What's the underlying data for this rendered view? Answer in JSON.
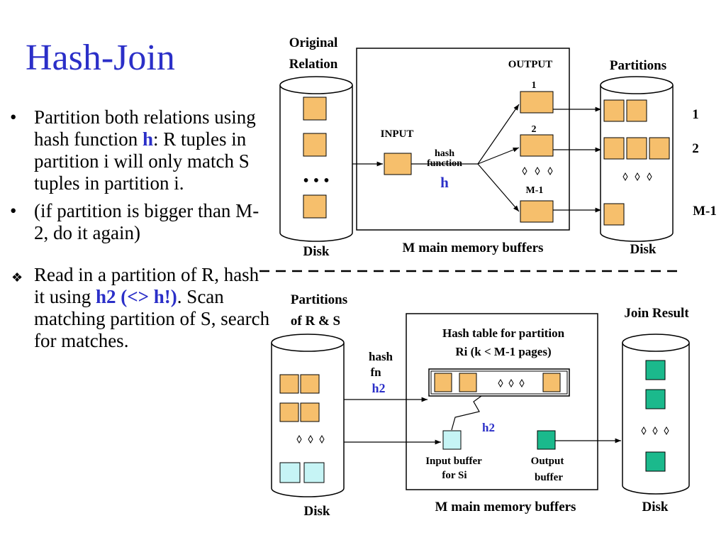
{
  "title": "Hash-Join",
  "bullets": [
    {
      "marker": "•",
      "pre": "Partition both relations using hash function ",
      "hl": "h",
      "post": ": R tuples in partition i will only match S tuples in partition i."
    },
    {
      "marker": "•",
      "pre": "(if partition is bigger than M-2, do it again)",
      "hl": "",
      "post": ""
    },
    {
      "marker": "❖",
      "pre": "Read in a partition of R, hash it using ",
      "hl": "h2 (<> h!)",
      "post": ". Scan matching partition of S, search for matches."
    }
  ],
  "top": {
    "original_relation_1": "Original",
    "original_relation_2": "Relation",
    "dots": "• • •",
    "input_label": "INPUT",
    "output_label": "OUTPUT",
    "hash_1": "hash",
    "hash_2": "function",
    "hash_h": "h",
    "out_1": "1",
    "out_2": "2",
    "out_m1": "M-1",
    "partitions_label": "Partitions",
    "part_1": "1",
    "part_2": "2",
    "part_m1": "M-1",
    "disk_left": "Disk",
    "buffers_label": "M main memory buffers",
    "disk_right": "Disk"
  },
  "bottom": {
    "partitions_rs_1": "Partitions",
    "partitions_rs_2": "of R & S",
    "hash_fn_1": "hash",
    "hash_fn_2": "fn",
    "hash_fn_h2": "h2",
    "hash_table_1": "Hash table for partition",
    "hash_table_2": "Ri (k < M-1 pages)",
    "h2_label": "h2",
    "input_buffer_1": "Input buffer",
    "input_buffer_2": "for Si",
    "output_buffer_1": "Output",
    "output_buffer_2": "buffer",
    "join_result": "Join Result",
    "disk_left": "Disk",
    "buffers_label": "M main memory buffers",
    "disk_right": "Disk"
  },
  "colors": {
    "title": "#2b2fc8",
    "highlight": "#2b2fc8",
    "page_fill": "#f6bf6c",
    "s_page_fill": "#c6f4f5",
    "result_fill": "#1bb98c"
  }
}
